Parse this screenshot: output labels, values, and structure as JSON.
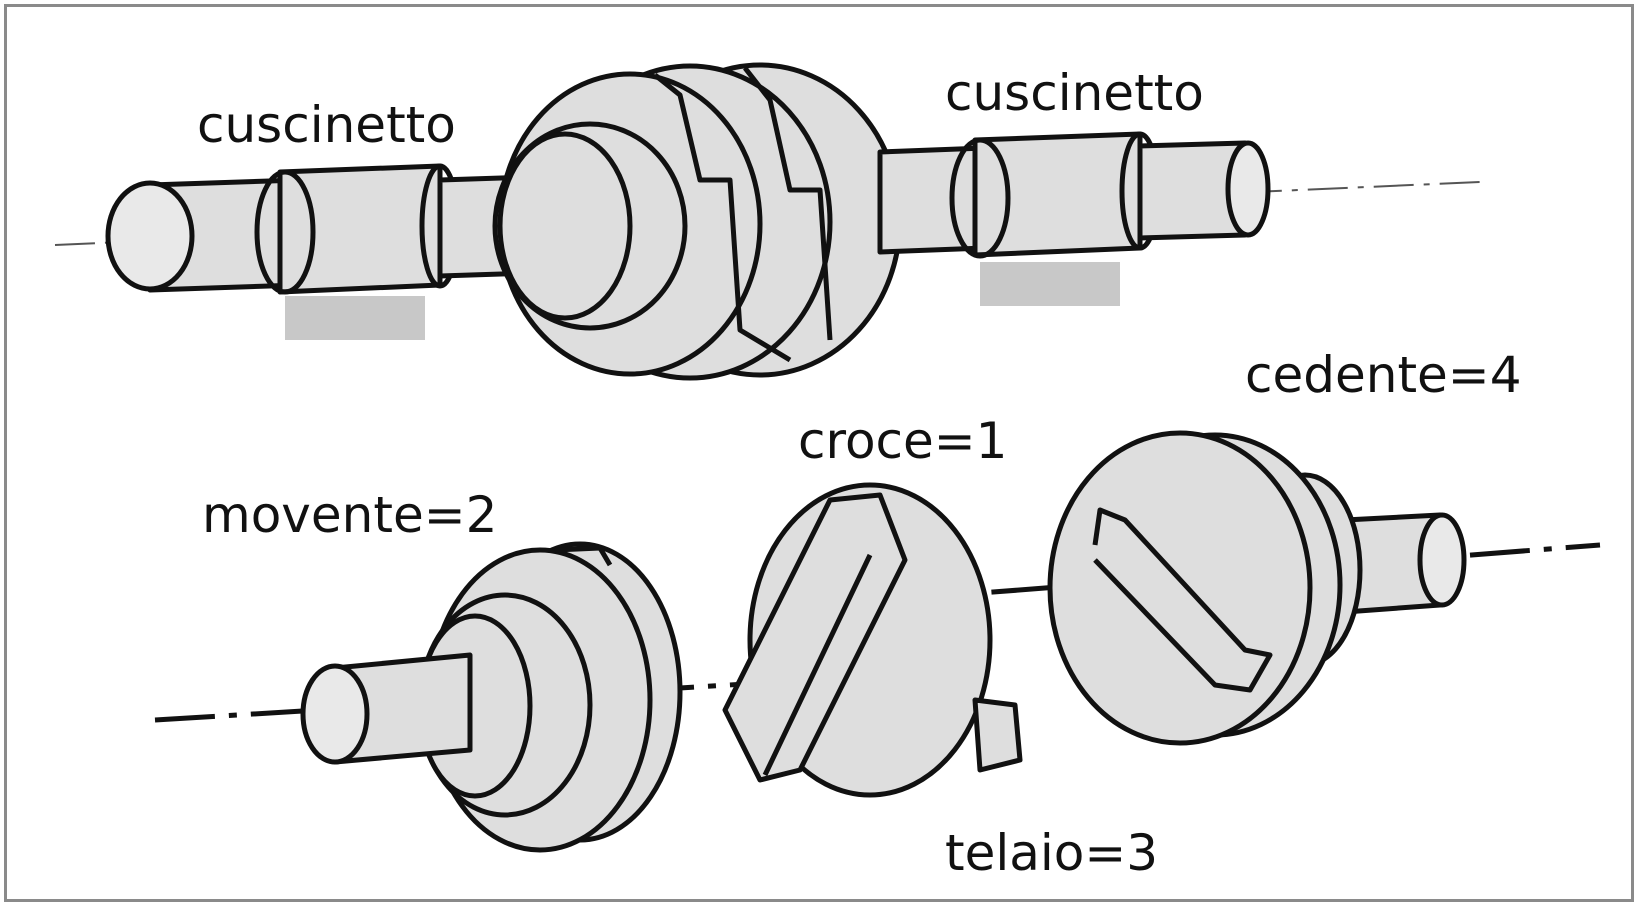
{
  "labels": {
    "bearing_left": "cuscinetto",
    "bearing_right": "cuscinetto",
    "driven": "cedente=4",
    "cross": "croce=1",
    "driver": "movente=2",
    "frame": "telaio=3"
  },
  "colors": {
    "fill": "#dedede",
    "stroke": "#111111",
    "support": "#c8c8c8",
    "border": "#8a8a8a"
  }
}
